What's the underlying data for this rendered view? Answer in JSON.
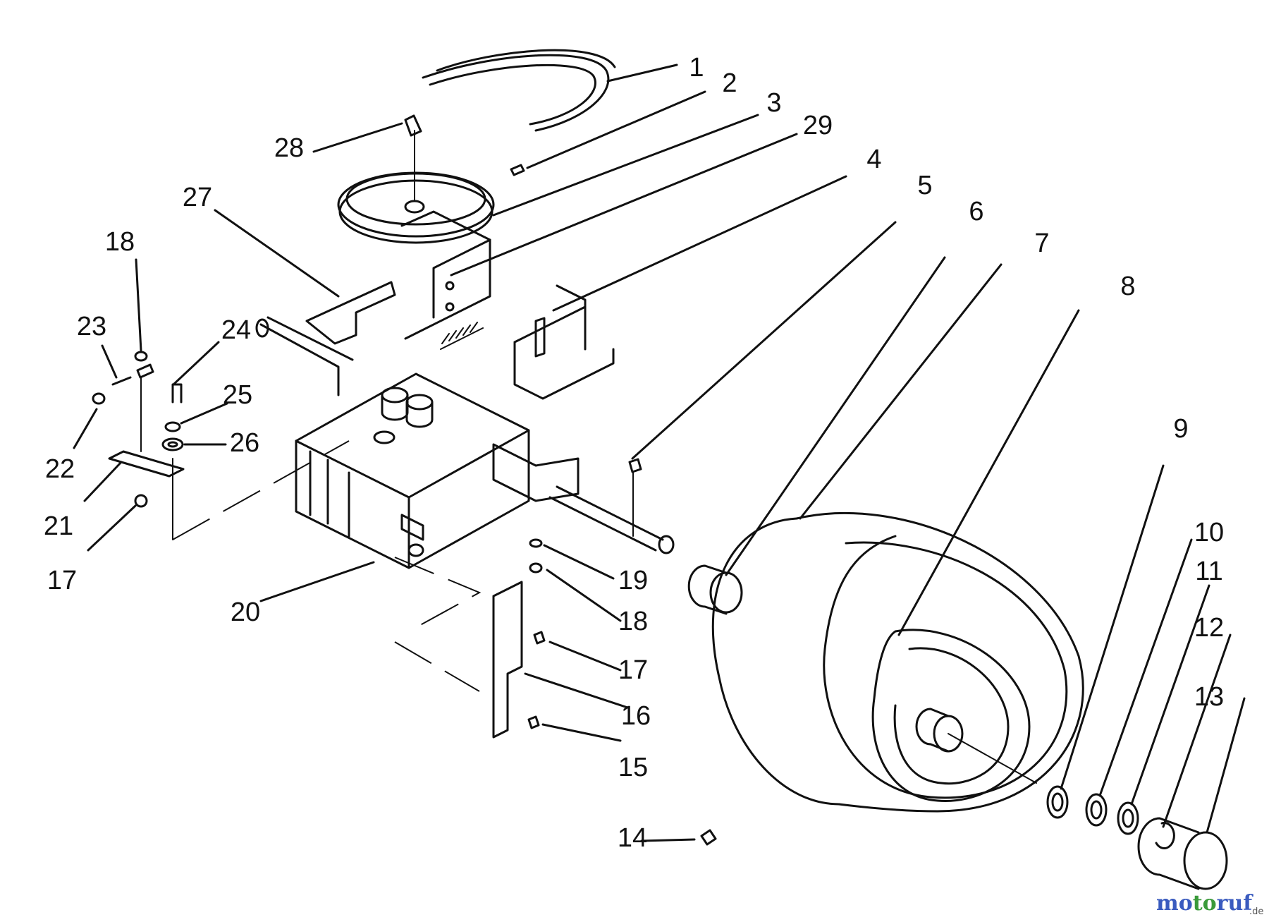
{
  "labels": {
    "p1": "1",
    "p2": "2",
    "p3": "3",
    "p4": "4",
    "p5": "5",
    "p6": "6",
    "p7": "7",
    "p8": "8",
    "p9": "9",
    "p10": "10",
    "p11": "11",
    "p12": "12",
    "p13": "13",
    "p14": "14",
    "p15": "15",
    "p16": "16",
    "p17a": "17",
    "p17b": "17",
    "p18a": "18",
    "p18b": "18",
    "p19": "19",
    "p20": "20",
    "p21": "21",
    "p22": "22",
    "p23": "23",
    "p24": "24",
    "p25": "25",
    "p26": "26",
    "p27": "27",
    "p28": "28",
    "p29": "29"
  },
  "watermark": {
    "brand": "motoruf",
    "suffix": ".de"
  },
  "colors": {
    "line": "#111111",
    "background": "#ffffff",
    "wm_blue": "#3a5bbf",
    "wm_green": "#3a9a3a",
    "wm_red": "#d23a2a"
  }
}
